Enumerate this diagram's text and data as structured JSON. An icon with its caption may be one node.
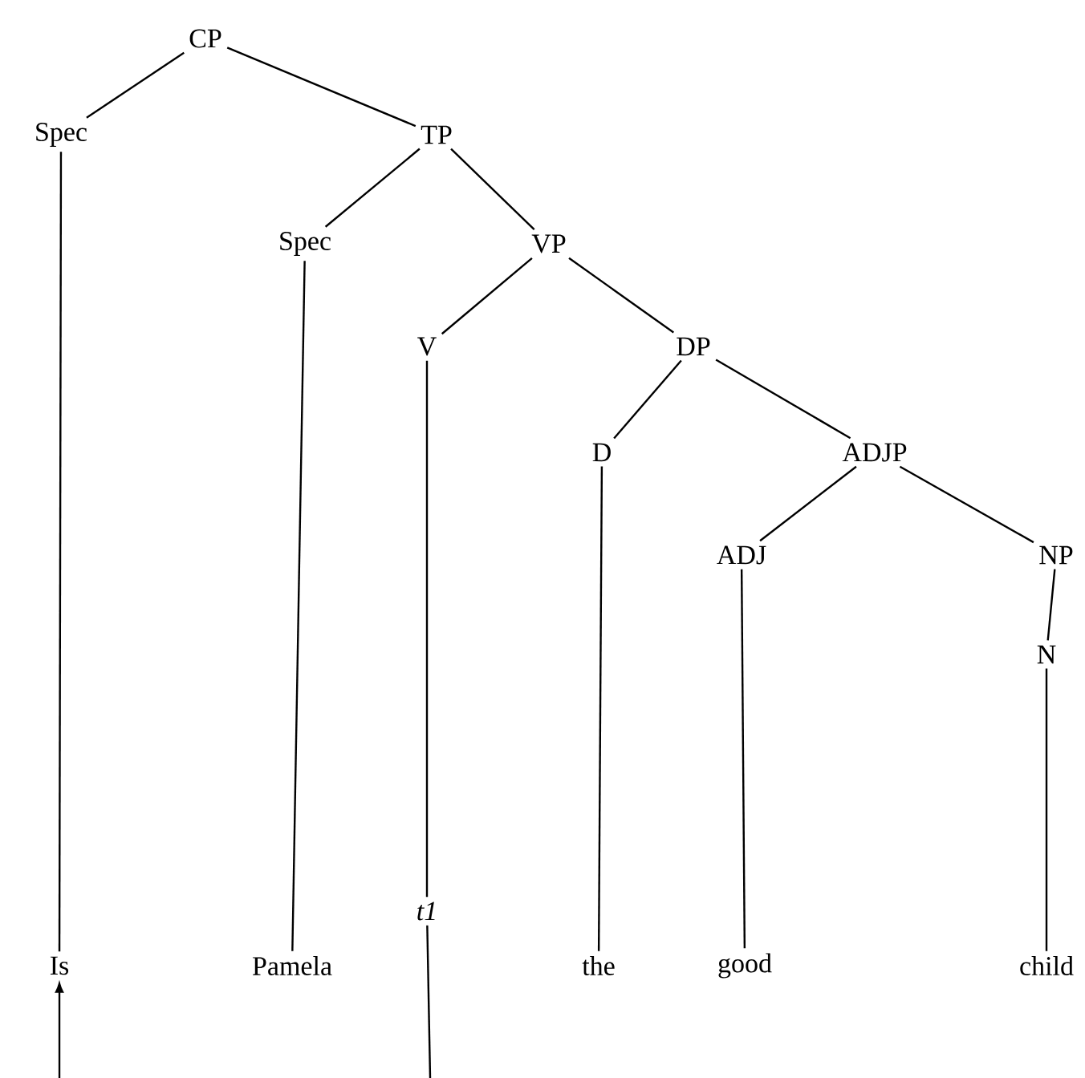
{
  "diagram": {
    "nodes": [
      {
        "text": [
          "CP"
        ]
      },
      {
        "text": [
          "Spec"
        ]
      },
      {
        "text": [
          "TP"
        ]
      },
      {
        "text": [
          "Spec"
        ]
      },
      {
        "text": [
          "VP"
        ]
      },
      {
        "text": [
          "V"
        ]
      },
      {
        "text": [
          "DP"
        ]
      },
      {
        "text": [
          "D"
        ]
      },
      {
        "text": [
          "ADJP"
        ]
      },
      {
        "text": [
          "ADJ"
        ]
      },
      {
        "text": [
          "NP"
        ]
      },
      {
        "text": [
          "N"
        ]
      },
      {
        "text": [
          "Is"
        ]
      },
      {
        "text": [
          "Pamela"
        ]
      },
      {
        "text": [
          "t1"
        ]
      },
      {
        "text": [
          "the"
        ]
      },
      {
        "text": [
          "good"
        ]
      },
      {
        "text": [
          "child"
        ]
      }
    ],
    "edges": [
      {
        "from": 0,
        "to": 1,
        "arrow": "none"
      },
      {
        "from": 0,
        "to": 2,
        "arrow": "none"
      },
      {
        "from": 2,
        "to": 3,
        "arrow": "none"
      },
      {
        "from": 2,
        "to": 4,
        "arrow": "none"
      },
      {
        "from": 4,
        "to": 5,
        "arrow": "none"
      },
      {
        "from": 4,
        "to": 6,
        "arrow": "none"
      },
      {
        "from": 6,
        "to": 7,
        "arrow": "none"
      },
      {
        "from": 6,
        "to": 8,
        "arrow": "none"
      },
      {
        "from": 8,
        "to": 9,
        "arrow": "none"
      },
      {
        "from": 8,
        "to": 10,
        "arrow": "none"
      },
      {
        "from": 10,
        "to": 11,
        "arrow": "none"
      },
      {
        "from": 1,
        "to": 12,
        "arrow": "none"
      },
      {
        "from": 3,
        "to": 13,
        "arrow": "none"
      },
      {
        "from": 5,
        "to": 14,
        "arrow": "none"
      },
      {
        "from": 7,
        "to": 15,
        "arrow": "none"
      },
      {
        "from": 9,
        "to": 16,
        "arrow": "none"
      },
      {
        "from": 11,
        "to": 17,
        "arrow": "none"
      },
      {
        "from": null,
        "to": 12,
        "arrow": "to"
      },
      {
        "from": 14,
        "to": null,
        "arrow": "none"
      }
    ]
  }
}
